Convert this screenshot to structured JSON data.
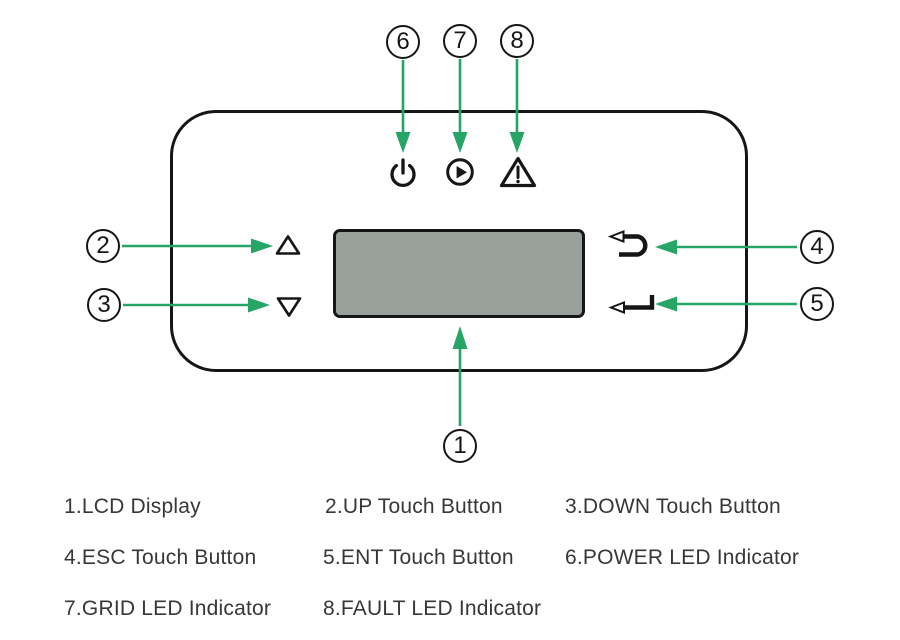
{
  "diagram": {
    "title": "inverter-front-panel-callout-diagram",
    "callouts": [
      {
        "number": "1",
        "target": "lcd-display"
      },
      {
        "number": "2",
        "target": "up-touch-button"
      },
      {
        "number": "3",
        "target": "down-touch-button"
      },
      {
        "number": "4",
        "target": "esc-touch-button"
      },
      {
        "number": "5",
        "target": "ent-touch-button"
      },
      {
        "number": "6",
        "target": "power-led-indicator"
      },
      {
        "number": "7",
        "target": "grid-led-indicator"
      },
      {
        "number": "8",
        "target": "fault-led-indicator"
      }
    ],
    "icons": [
      "power-icon",
      "grid-play-circle-icon",
      "fault-warning-triangle-icon",
      "up-triangle-icon",
      "down-triangle-icon",
      "esc-return-arrow-icon",
      "ent-enter-arrow-icon"
    ]
  },
  "legend": {
    "items": [
      "1.LCD Display",
      "2.UP Touch Button",
      "3.DOWN Touch Button",
      "4.ESC Touch Button",
      "5.ENT Touch Button",
      "6.POWER LED Indicator",
      "7.GRID LED Indicator",
      "8.FAULT LED Indicator"
    ]
  },
  "colors": {
    "arrow_green": "#27a566",
    "line_black": "#161616",
    "lcd_gray": "#9aa09c",
    "text_color": "#373737"
  }
}
